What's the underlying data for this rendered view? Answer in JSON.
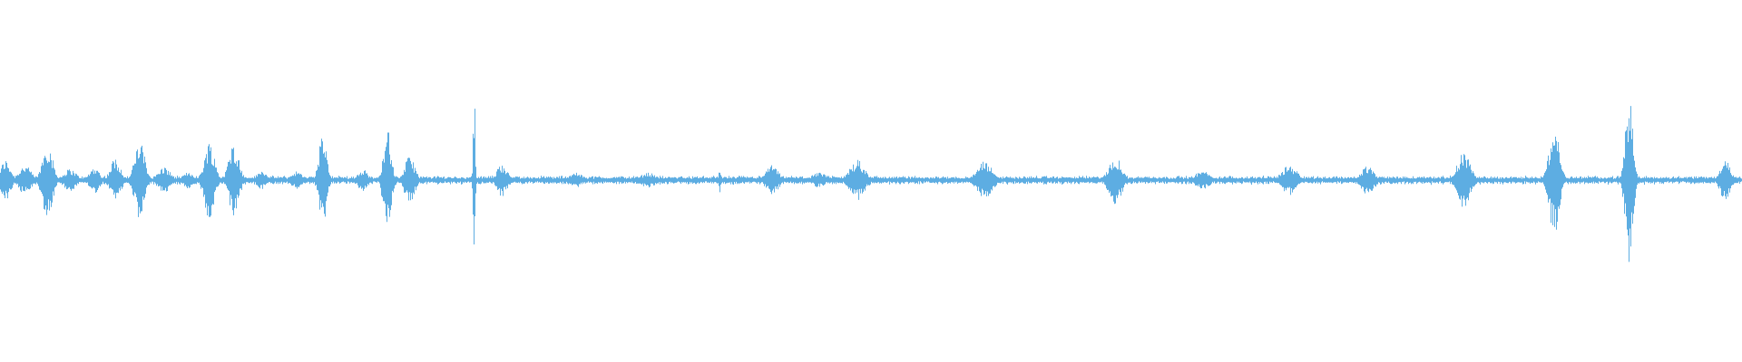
{
  "waveform": {
    "color": "#5dade2",
    "background": "#ffffff",
    "baseline_amplitude": 0.05,
    "peaks": [
      {
        "pos": 0.003,
        "amp": 0.22,
        "width": 0.004
      },
      {
        "pos": 0.014,
        "amp": 0.16,
        "width": 0.005
      },
      {
        "pos": 0.027,
        "amp": 0.4,
        "width": 0.004
      },
      {
        "pos": 0.04,
        "amp": 0.12,
        "width": 0.005
      },
      {
        "pos": 0.054,
        "amp": 0.14,
        "width": 0.004
      },
      {
        "pos": 0.066,
        "amp": 0.24,
        "width": 0.004
      },
      {
        "pos": 0.08,
        "amp": 0.42,
        "width": 0.004
      },
      {
        "pos": 0.094,
        "amp": 0.14,
        "width": 0.005
      },
      {
        "pos": 0.108,
        "amp": 0.09,
        "width": 0.004
      },
      {
        "pos": 0.12,
        "amp": 0.42,
        "width": 0.004
      },
      {
        "pos": 0.134,
        "amp": 0.4,
        "width": 0.004
      },
      {
        "pos": 0.15,
        "amp": 0.1,
        "width": 0.004
      },
      {
        "pos": 0.17,
        "amp": 0.1,
        "width": 0.004
      },
      {
        "pos": 0.185,
        "amp": 0.5,
        "width": 0.003
      },
      {
        "pos": 0.208,
        "amp": 0.12,
        "width": 0.004
      },
      {
        "pos": 0.222,
        "amp": 0.56,
        "width": 0.003
      },
      {
        "pos": 0.235,
        "amp": 0.26,
        "width": 0.004
      },
      {
        "pos": 0.272,
        "amp": 1.0,
        "width": 0.0008
      },
      {
        "pos": 0.288,
        "amp": 0.18,
        "width": 0.004
      },
      {
        "pos": 0.33,
        "amp": 0.08,
        "width": 0.006
      },
      {
        "pos": 0.372,
        "amp": 0.08,
        "width": 0.006
      },
      {
        "pos": 0.413,
        "amp": 0.14,
        "width": 0.0008
      },
      {
        "pos": 0.443,
        "amp": 0.16,
        "width": 0.005
      },
      {
        "pos": 0.47,
        "amp": 0.08,
        "width": 0.006
      },
      {
        "pos": 0.492,
        "amp": 0.22,
        "width": 0.006
      },
      {
        "pos": 0.565,
        "amp": 0.2,
        "width": 0.006
      },
      {
        "pos": 0.64,
        "amp": 0.26,
        "width": 0.005
      },
      {
        "pos": 0.69,
        "amp": 0.1,
        "width": 0.006
      },
      {
        "pos": 0.74,
        "amp": 0.16,
        "width": 0.006
      },
      {
        "pos": 0.785,
        "amp": 0.16,
        "width": 0.005
      },
      {
        "pos": 0.84,
        "amp": 0.3,
        "width": 0.005
      },
      {
        "pos": 0.892,
        "amp": 0.58,
        "width": 0.004
      },
      {
        "pos": 0.935,
        "amp": 0.88,
        "width": 0.003
      },
      {
        "pos": 0.99,
        "amp": 0.22,
        "width": 0.004
      }
    ]
  }
}
